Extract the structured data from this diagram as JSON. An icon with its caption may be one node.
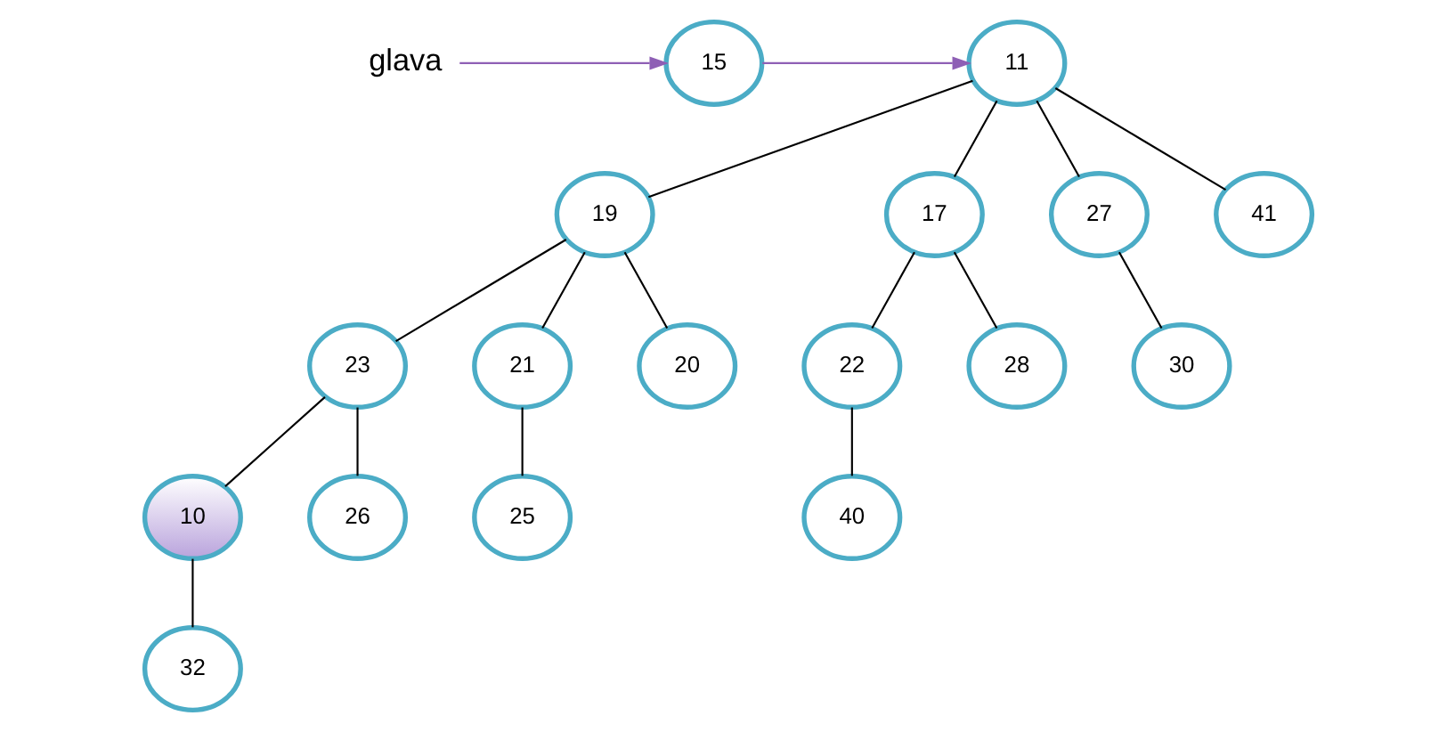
{
  "diagram": {
    "nodes": [
      {
        "text": [
          "glava"
        ]
      },
      {
        "text": [
          "15"
        ]
      },
      {
        "text": [
          "11"
        ]
      },
      {
        "text": [
          "19"
        ]
      },
      {
        "text": [
          "17"
        ]
      },
      {
        "text": [
          "27"
        ]
      },
      {
        "text": [
          "41"
        ]
      },
      {
        "text": [
          "23"
        ]
      },
      {
        "text": [
          "21"
        ]
      },
      {
        "text": [
          "20"
        ]
      },
      {
        "text": [
          "22"
        ]
      },
      {
        "text": [
          "28"
        ]
      },
      {
        "text": [
          "30"
        ]
      },
      {
        "text": [
          "10"
        ]
      },
      {
        "text": [
          "26"
        ]
      },
      {
        "text": [
          "25"
        ]
      },
      {
        "text": [
          "40"
        ]
      },
      {
        "text": [
          "32"
        ]
      }
    ],
    "edges": [
      {
        "from": 0,
        "to": 1,
        "arrow": "to",
        "color": "#8e5fb5"
      },
      {
        "from": 1,
        "to": 2,
        "arrow": "to",
        "color": "#8e5fb5"
      },
      {
        "from": 2,
        "to": 3,
        "arrow": "none"
      },
      {
        "from": 2,
        "to": 4,
        "arrow": "none"
      },
      {
        "from": 2,
        "to": 5,
        "arrow": "none"
      },
      {
        "from": 2,
        "to": 6,
        "arrow": "none"
      },
      {
        "from": 3,
        "to": 7,
        "arrow": "none"
      },
      {
        "from": 3,
        "to": 8,
        "arrow": "none"
      },
      {
        "from": 3,
        "to": 9,
        "arrow": "none"
      },
      {
        "from": 4,
        "to": 10,
        "arrow": "none"
      },
      {
        "from": 4,
        "to": 11,
        "arrow": "none"
      },
      {
        "from": 5,
        "to": 12,
        "arrow": "none"
      },
      {
        "from": 7,
        "to": 13,
        "arrow": "none"
      },
      {
        "from": 7,
        "to": 14,
        "arrow": "none"
      },
      {
        "from": 8,
        "to": 15,
        "arrow": "none"
      },
      {
        "from": 10,
        "to": 16,
        "arrow": "none"
      },
      {
        "from": 13,
        "to": 17,
        "arrow": "none"
      }
    ]
  }
}
